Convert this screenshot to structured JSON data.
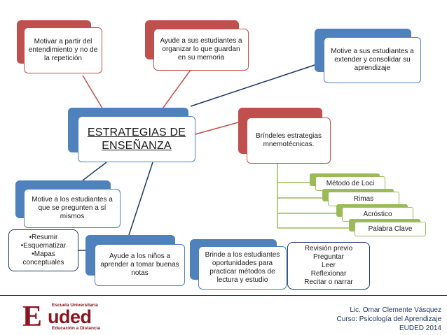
{
  "central": {
    "line1": "ESTRATEGIAS DE",
    "line2": "ENSEÑANZA"
  },
  "top_left": {
    "text": "Motivar a partir del entendimiento y no de la repetición"
  },
  "top_middle": {
    "text": "Ayude a sus estudiantes a organizar lo que guardan en su memoria"
  },
  "top_right": {
    "text": "Motive a sus estudiantes a extender y consolidar su aprendizaje"
  },
  "mnemonic": {
    "text": "Bríndeles estrategias mnemotécnicas.",
    "items": [
      "Método de Loci",
      "Rimas",
      "Acróstico",
      "Palabra Clave"
    ]
  },
  "mid_left": {
    "text": "Motive a los estudiantes a que se pregunten a sí mismos"
  },
  "help_notes": {
    "text": "Ayude a los niños a aprender a tomar buenas notas"
  },
  "notes_list": [
    "•Resumir",
    "•Esquematizar",
    "•Mapas conceptuales"
  ],
  "study": {
    "text": "Brinde a los estudiantes oportunidades para practicar métodos de lectura y estudio"
  },
  "study_list": [
    "Revisión previo",
    "Preguntar",
    "Leer",
    "Reflexionar",
    "Recitar o narrar"
  ],
  "footer": {
    "logo_top": "Escuela Universitaria",
    "logo_word": "uded",
    "logo_initial": "E",
    "logo_bottom": "Educación a Distancia",
    "credit1": "Lic. Omar Clemente Vásquez",
    "credit2": "Curso: Psicología del Aprendizaje",
    "credit3": "EUDED 2014"
  },
  "colors": {
    "red": "#c0504d",
    "blue": "#4f81bd",
    "green": "#9bbb59",
    "navy": "#1f3864",
    "logo": "#8b1520"
  }
}
